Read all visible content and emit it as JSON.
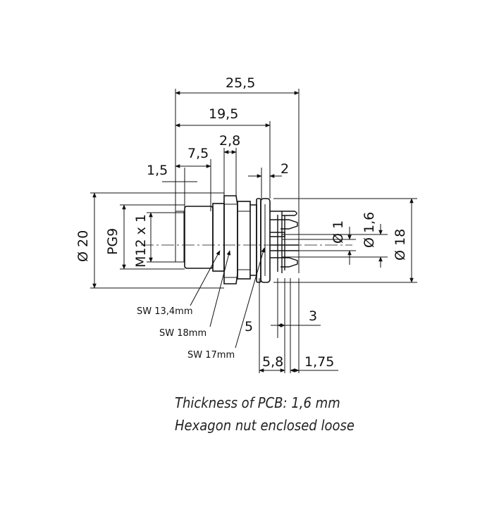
{
  "dimensions": {
    "d25_5": "25,5",
    "d19_5": "19,5",
    "d2_8": "2,8",
    "d7_5": "7,5",
    "d1_5": "1,5",
    "d2": "2",
    "d20": "Ø 20",
    "pg9": "PG9",
    "m12": "M12 x 1",
    "d1": "Ø 1",
    "d1_6": "Ø 1,6",
    "d18": "Ø 18",
    "d3": "3",
    "d5": "5",
    "d5_8": "5,8",
    "d1_75": "1,75"
  },
  "wrench_sizes": {
    "sw13": "SW 13,4mm",
    "sw18": "SW 18mm",
    "sw17": "SW 17mm"
  },
  "notes": {
    "line1": "Thickness of PCB: 1,6 mm",
    "line2": "Hexagon nut enclosed loose"
  }
}
